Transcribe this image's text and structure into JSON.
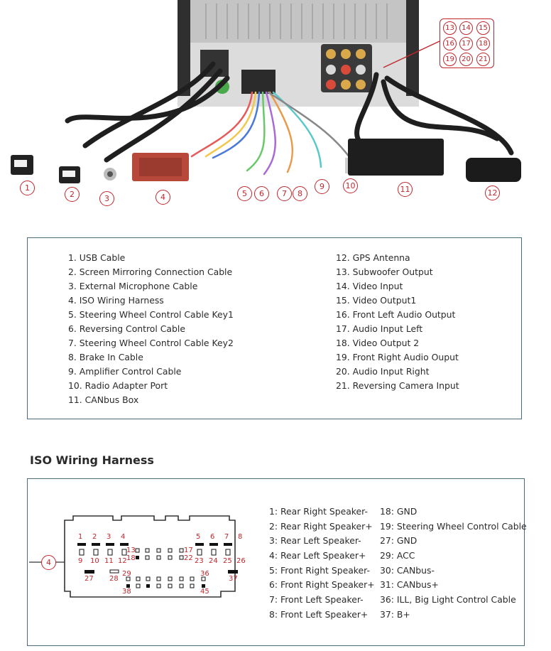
{
  "photo_callouts": [
    {
      "num": "1"
    },
    {
      "num": "2"
    },
    {
      "num": "3"
    },
    {
      "num": "4"
    },
    {
      "num": "5"
    },
    {
      "num": "6"
    },
    {
      "num": "7"
    },
    {
      "num": "8"
    },
    {
      "num": "9"
    },
    {
      "num": "10"
    },
    {
      "num": "11"
    },
    {
      "num": "12"
    }
  ],
  "port_callouts": [
    "13",
    "14",
    "15",
    "16",
    "17",
    "18",
    "19",
    "20",
    "21"
  ],
  "legend": {
    "left": [
      "1. USB Cable",
      "2. Screen Mirroring Connection Cable",
      "3. External Microphone Cable",
      "4. ISO Wiring Harness",
      "5. Steering Wheel Control Cable Key1",
      "6. Reversing Control Cable",
      "7. Steering Wheel Control Cable Key2",
      "8. Brake In Cable",
      "9. Amplifier Control Cable",
      "10. Radio Adapter Port",
      "11. CANbus Box"
    ],
    "right": [
      "12. GPS Antenna",
      "13. Subwoofer Output",
      "14. Video Input",
      "15. Video Output1",
      "16. Front Left Audio Output",
      "17. Audio Input Left",
      "18. Video Output 2",
      "19. Front Right Audio Ouput",
      "20. Audio Input Right",
      "21. Reversing Camera Input"
    ]
  },
  "harness": {
    "title": "ISO Wiring Harness",
    "callout": "4",
    "pins_left": [
      "1: Rear Right Speaker-",
      "2: Rear Right Speaker+",
      "3: Rear Left Speaker-",
      "4: Rear Left Speaker+",
      "5: Front Right Speaker-",
      "6: Front Right Speaker+",
      "7: Front Left Speaker-",
      "8: Front Left Speaker+"
    ],
    "pins_right": [
      "18: GND",
      "19: Steering Wheel Control Cable",
      "27: GND",
      "29: ACC",
      "30: CANbus-",
      "31: CANbus+",
      "36: ILL, Big Light Control Cable",
      "37: B+"
    ],
    "diagram_labels": {
      "p1": "1",
      "p2": "2",
      "p3": "3",
      "p4": "4",
      "p5": "5",
      "p6": "6",
      "p7": "7",
      "p8": "8",
      "p9": "9",
      "p10": "10",
      "p11": "11",
      "p12": "12",
      "p13": "13",
      "p18": "18",
      "p17": "17",
      "p22": "22",
      "p23": "23",
      "p24": "24",
      "p25": "25",
      "p26": "26",
      "p27": "27",
      "p28": "28",
      "p29": "29",
      "p36": "36",
      "p37": "37",
      "p38": "38",
      "p45": "45"
    }
  },
  "colors": {
    "accent_red": "#c0262c",
    "box_border": "#4a6c7a",
    "connector_red": "#b8493a"
  }
}
